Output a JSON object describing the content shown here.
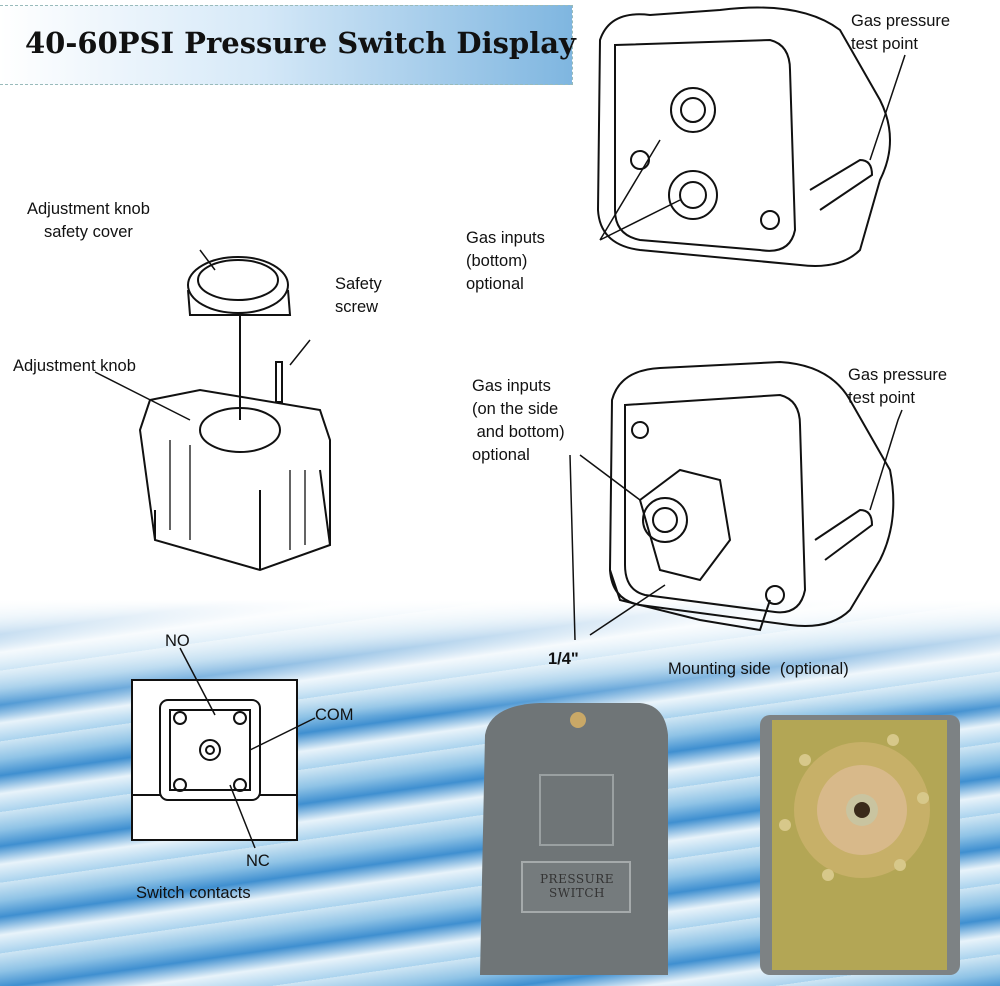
{
  "title": "40-60PSI Pressure Switch Display",
  "top_view": {
    "test_point": [
      "Gas pressure",
      "test point"
    ],
    "gas_inputs": [
      "Gas inputs",
      "(bottom)",
      "optional"
    ]
  },
  "exploded_view": {
    "knob_cover": [
      "Adjustment knob",
      "safety cover"
    ],
    "safety_screw": [
      "Safety",
      "screw"
    ],
    "knob": "Adjustment knob"
  },
  "side_view": {
    "gas_inputs": [
      "Gas inputs",
      "(on the side",
      " and bottom)",
      "optional"
    ],
    "test_point": [
      "Gas pressure",
      "test point"
    ],
    "thread": "1/4\"",
    "mounting": "Mounting side  (optional)"
  },
  "contacts": {
    "no": "NO",
    "com": "COM",
    "nc": "NC",
    "caption": "Switch contacts"
  },
  "photo": {
    "plate": [
      "PRESSURE",
      "SWITCH"
    ]
  },
  "colors": {
    "housing": "#6f7577",
    "metal": "#b9a95a",
    "water": "#3f8fd0"
  }
}
